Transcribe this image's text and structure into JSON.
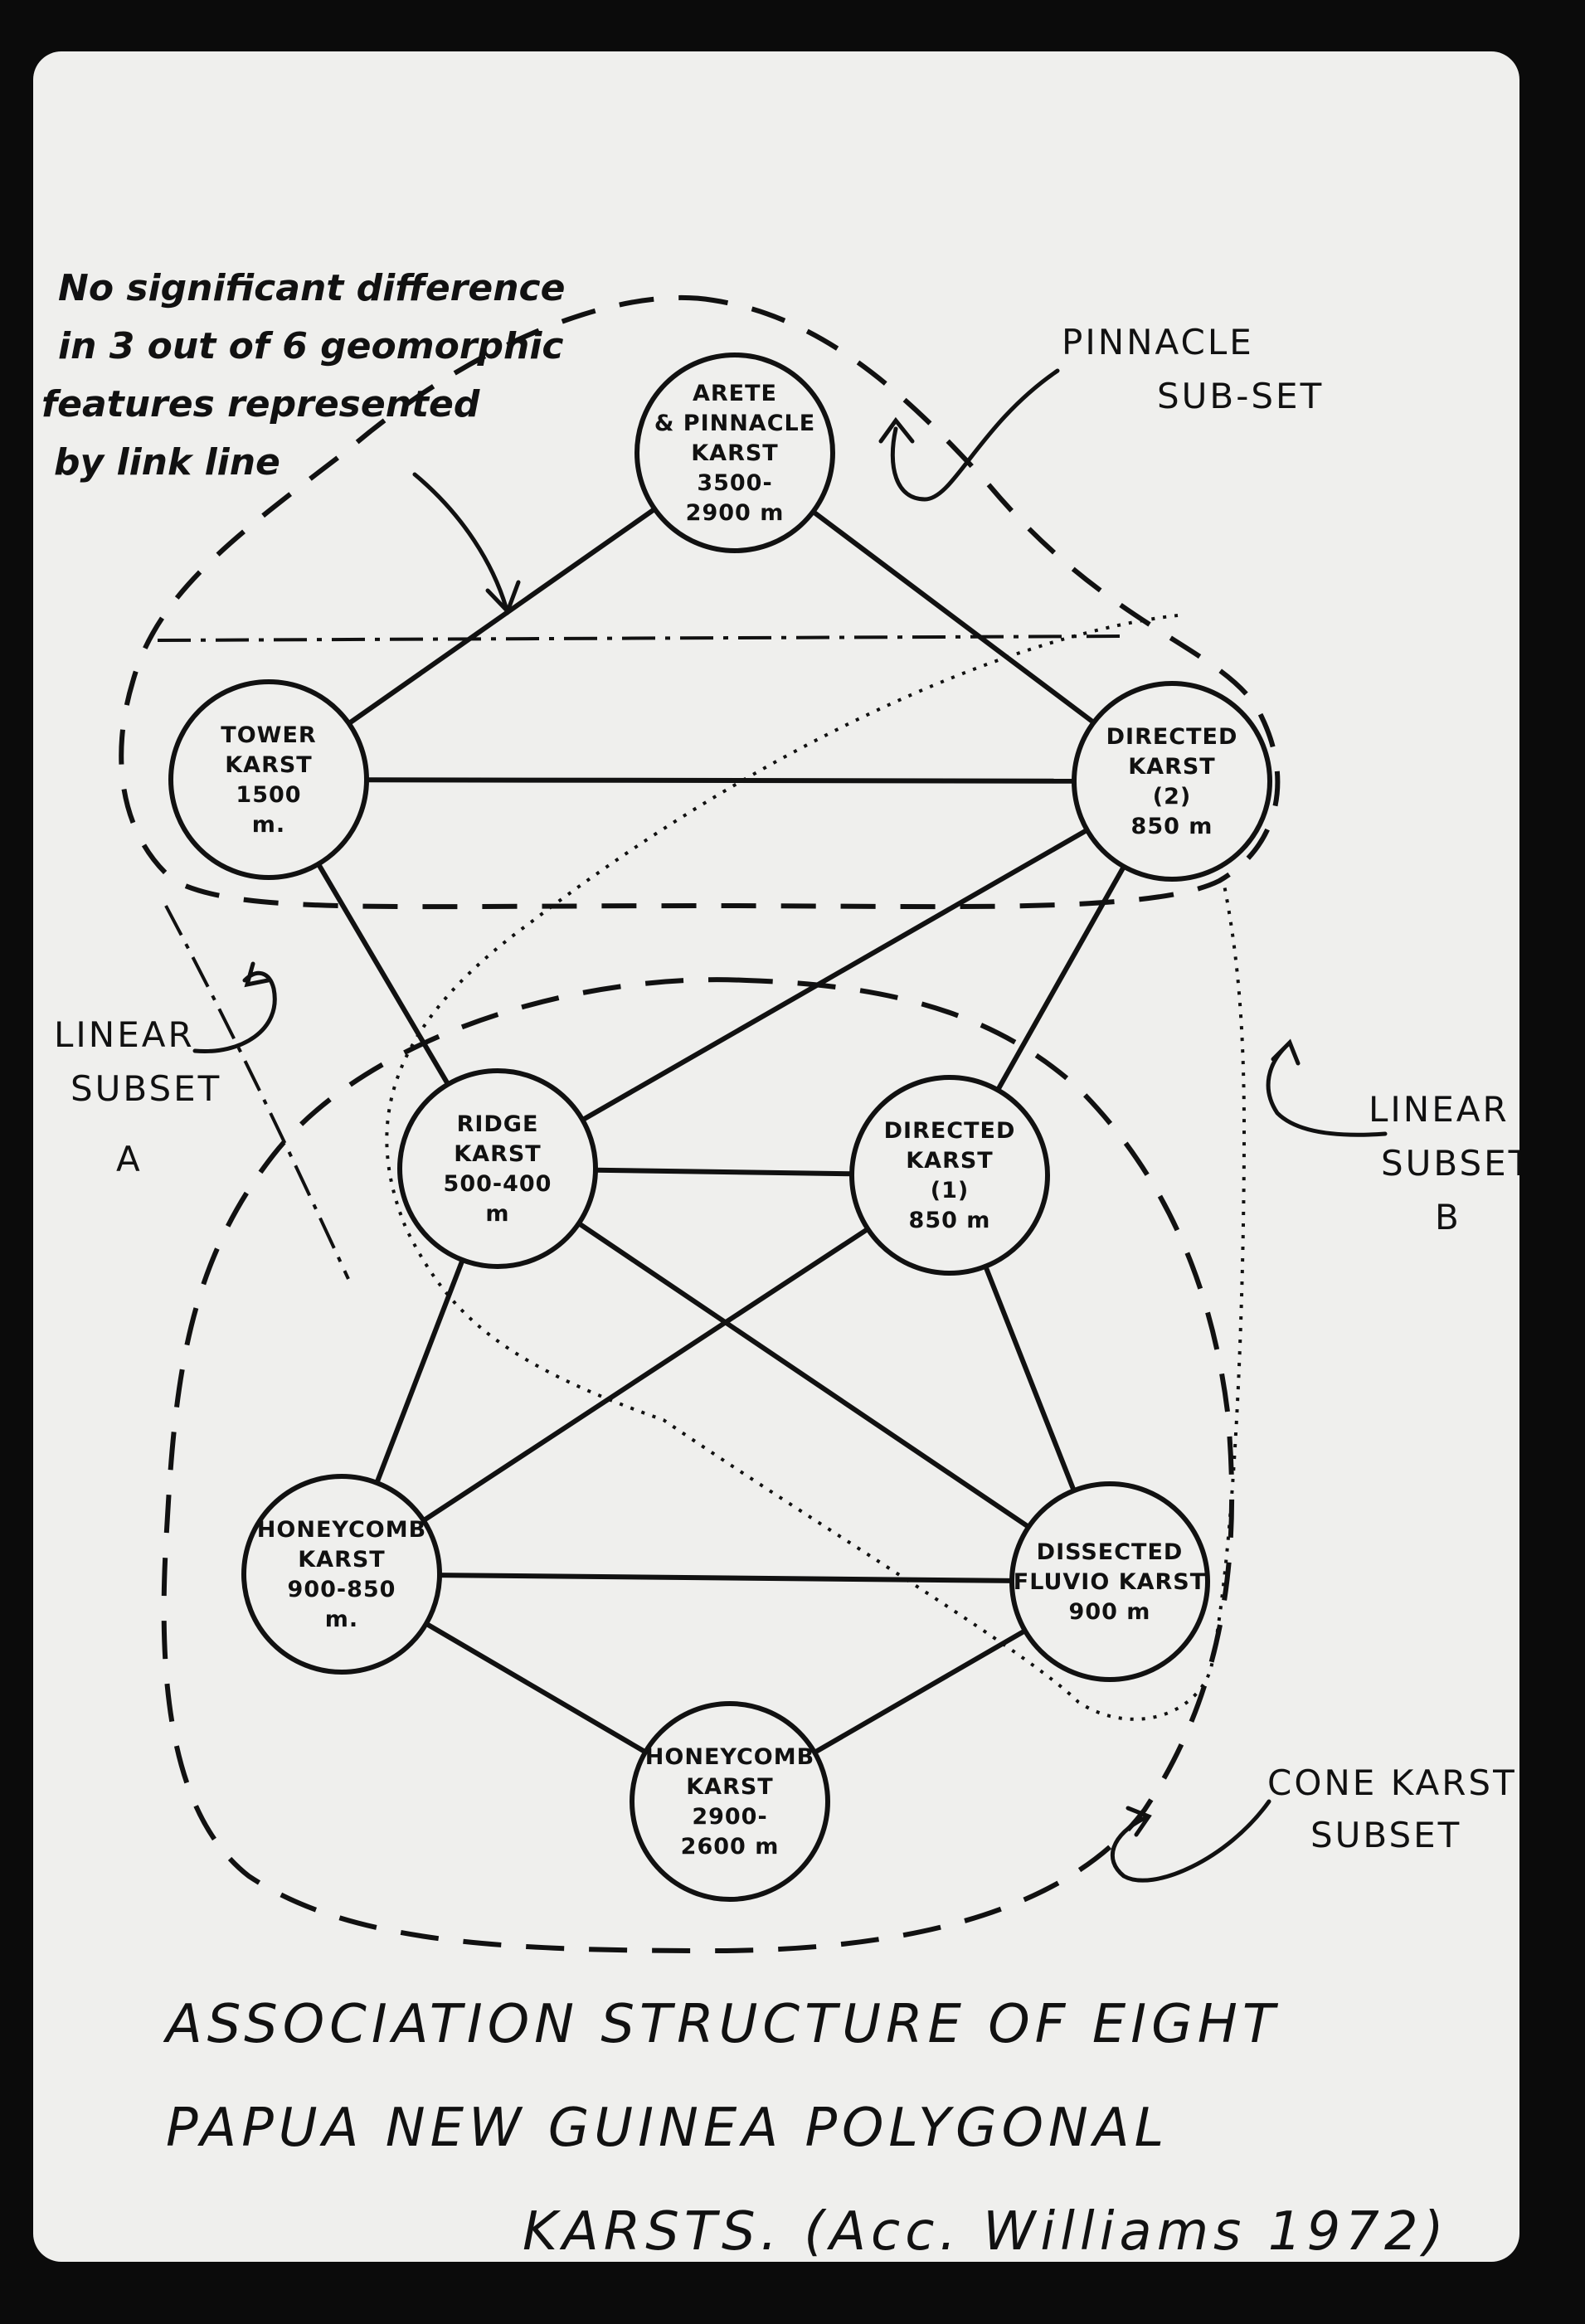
{
  "nodes": [
    {
      "id": "arete",
      "lines": [
        "ARETE",
        "& PINNACLE",
        "KARST",
        "3500-",
        "2900 m"
      ]
    },
    {
      "id": "tower",
      "lines": [
        "TOWER",
        "KARST",
        "1500",
        "m."
      ]
    },
    {
      "id": "directed2",
      "lines": [
        "DIRECTED",
        "KARST",
        "(2)",
        "850 m"
      ]
    },
    {
      "id": "ridge",
      "lines": [
        "RIDGE",
        "KARST",
        "500-400",
        "m"
      ]
    },
    {
      "id": "directed1",
      "lines": [
        "DIRECTED",
        "KARST",
        "(1)",
        "850 m"
      ]
    },
    {
      "id": "honeycomb1",
      "lines": [
        "HONEYCOMB",
        "KARST",
        "900-850",
        "m."
      ]
    },
    {
      "id": "dissected",
      "lines": [
        "DISSECTED",
        "FLUVIO KARST",
        "900 m"
      ]
    },
    {
      "id": "honeycomb2",
      "lines": [
        "HONEYCOMB",
        "KARST",
        "2900-",
        "2600 m"
      ]
    }
  ],
  "links": [
    [
      "arete",
      "tower"
    ],
    [
      "arete",
      "directed2"
    ],
    [
      "tower",
      "directed2"
    ],
    [
      "tower",
      "ridge"
    ],
    [
      "directed2",
      "ridge"
    ],
    [
      "directed2",
      "directed1"
    ],
    [
      "ridge",
      "directed1"
    ],
    [
      "ridge",
      "honeycomb1"
    ],
    [
      "ridge",
      "dissected"
    ],
    [
      "directed1",
      "honeycomb1"
    ],
    [
      "directed1",
      "dissected"
    ],
    [
      "honeycomb1",
      "dissected"
    ],
    [
      "honeycomb1",
      "honeycomb2"
    ],
    [
      "dissected",
      "honeycomb2"
    ]
  ],
  "annotations": {
    "note": [
      "No significant difference",
      "in 3 out of 6 geomorphic",
      "features represented",
      "by link line"
    ],
    "pinnacle": [
      "PINNACLE",
      "SUB-SET"
    ],
    "linear_a": [
      "LINEAR",
      "SUBSET",
      "A"
    ],
    "linear_b": [
      "LINEAR",
      "SUBSET",
      "B"
    ],
    "cone": [
      "CONE KARST",
      "SUBSET"
    ]
  },
  "title": [
    "ASSOCIATION STRUCTURE OF EIGHT",
    "PAPUA NEW GUINEA POLYGONAL",
    "KARSTS. (Acc. Williams 1972)"
  ],
  "colors": {
    "ink": "#111111",
    "paper": "#efefed",
    "frame": "#0b0b0b"
  }
}
